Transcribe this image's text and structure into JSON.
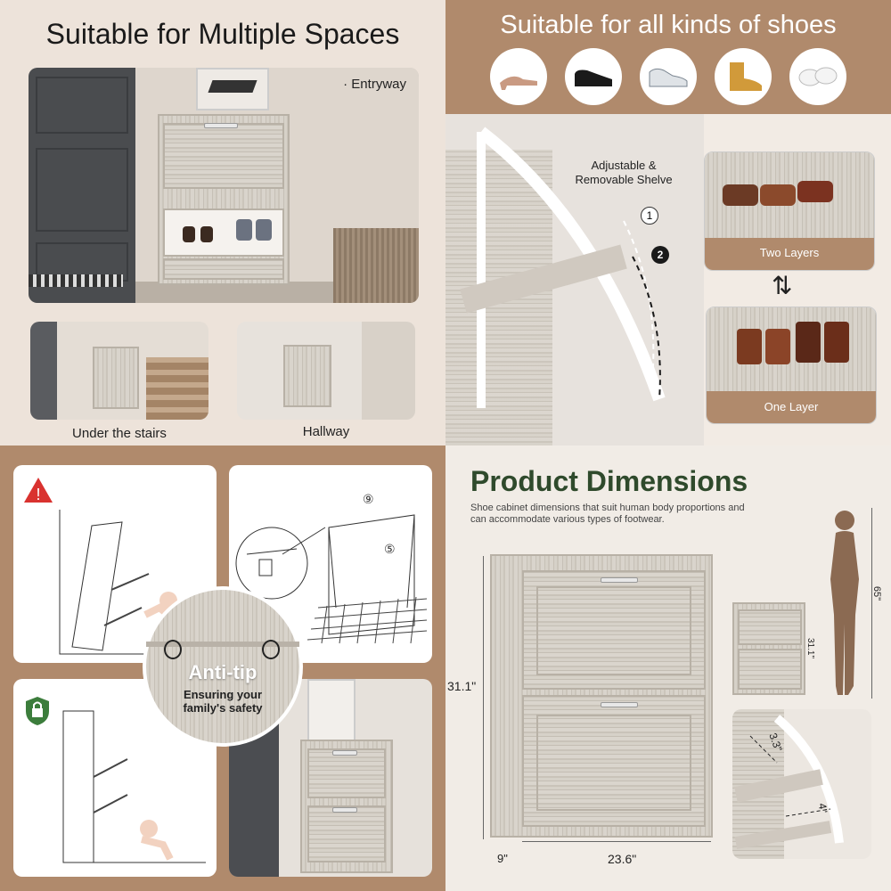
{
  "q1": {
    "title": "Suitable for Multiple Spaces",
    "entryway_label": "· Entryway",
    "stairs_label": "Under the stairs",
    "hallway_label": "Hallway"
  },
  "q2": {
    "title": "Suitable for all kinds of shoes",
    "shoes": [
      "high-heel-icon",
      "dress-shoe-icon",
      "sneaker-icon",
      "boot-icon",
      "slipper-icon"
    ],
    "shelve_label": "Adjustable &\nRemovable Shelve",
    "marker_1": "1",
    "marker_2": "2",
    "two_layers": "Two Layers",
    "one_layer": "One Layer"
  },
  "q3": {
    "anti_tip_title": "Anti-tip",
    "anti_tip_sub": "Ensuring your family's safety",
    "screw_label_1": "⑨",
    "screw_label_2": "⑤"
  },
  "q4": {
    "title": "Product Dimensions",
    "subtitle": "Shoe cabinet dimensions that suit human body proportions and can accommodate various types of footwear.",
    "height": "31.1\"",
    "depth": "9\"",
    "width": "23.6\"",
    "small_height": "31.1\"",
    "person_height": "65\"",
    "shelf_gap": "3.3\"",
    "shelf_depth": "4\""
  },
  "colors": {
    "brand_brown": "#b08a6c",
    "title_green": "#2f4a2c",
    "warning_red": "#d9322f",
    "shield_green": "#3c7d3c"
  }
}
